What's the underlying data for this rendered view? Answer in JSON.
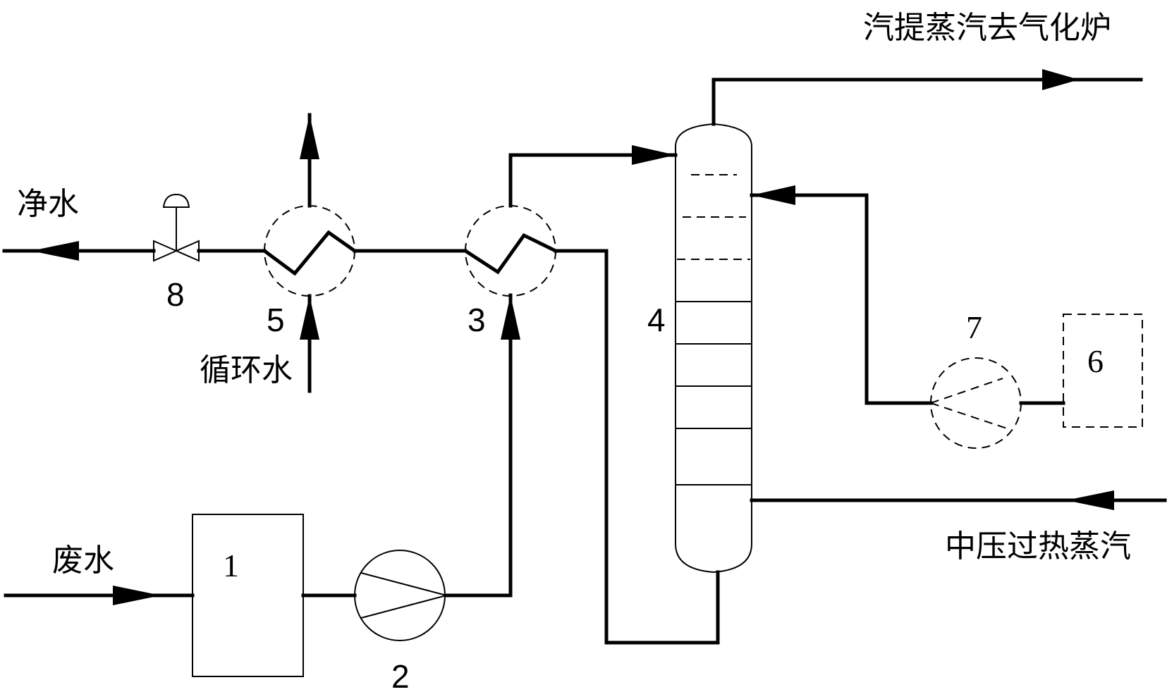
{
  "labels": {
    "stripping_steam_to_gasifier": "汽提蒸汽去气化炉",
    "clean_water": "净水",
    "circulating_water": "循环水",
    "wastewater": "废水",
    "medium_pressure_superheated_steam": "中压过热蒸汽"
  },
  "equipment": {
    "tank_1": "1",
    "pump_2": "2",
    "heat_exchanger_3": "3",
    "stripping_column_4": "4",
    "cooler_5": "5",
    "unit_6": "6",
    "ejector_7": "7",
    "control_valve_8": "8"
  },
  "colors": {
    "line": "#000000",
    "background": "#ffffff"
  }
}
